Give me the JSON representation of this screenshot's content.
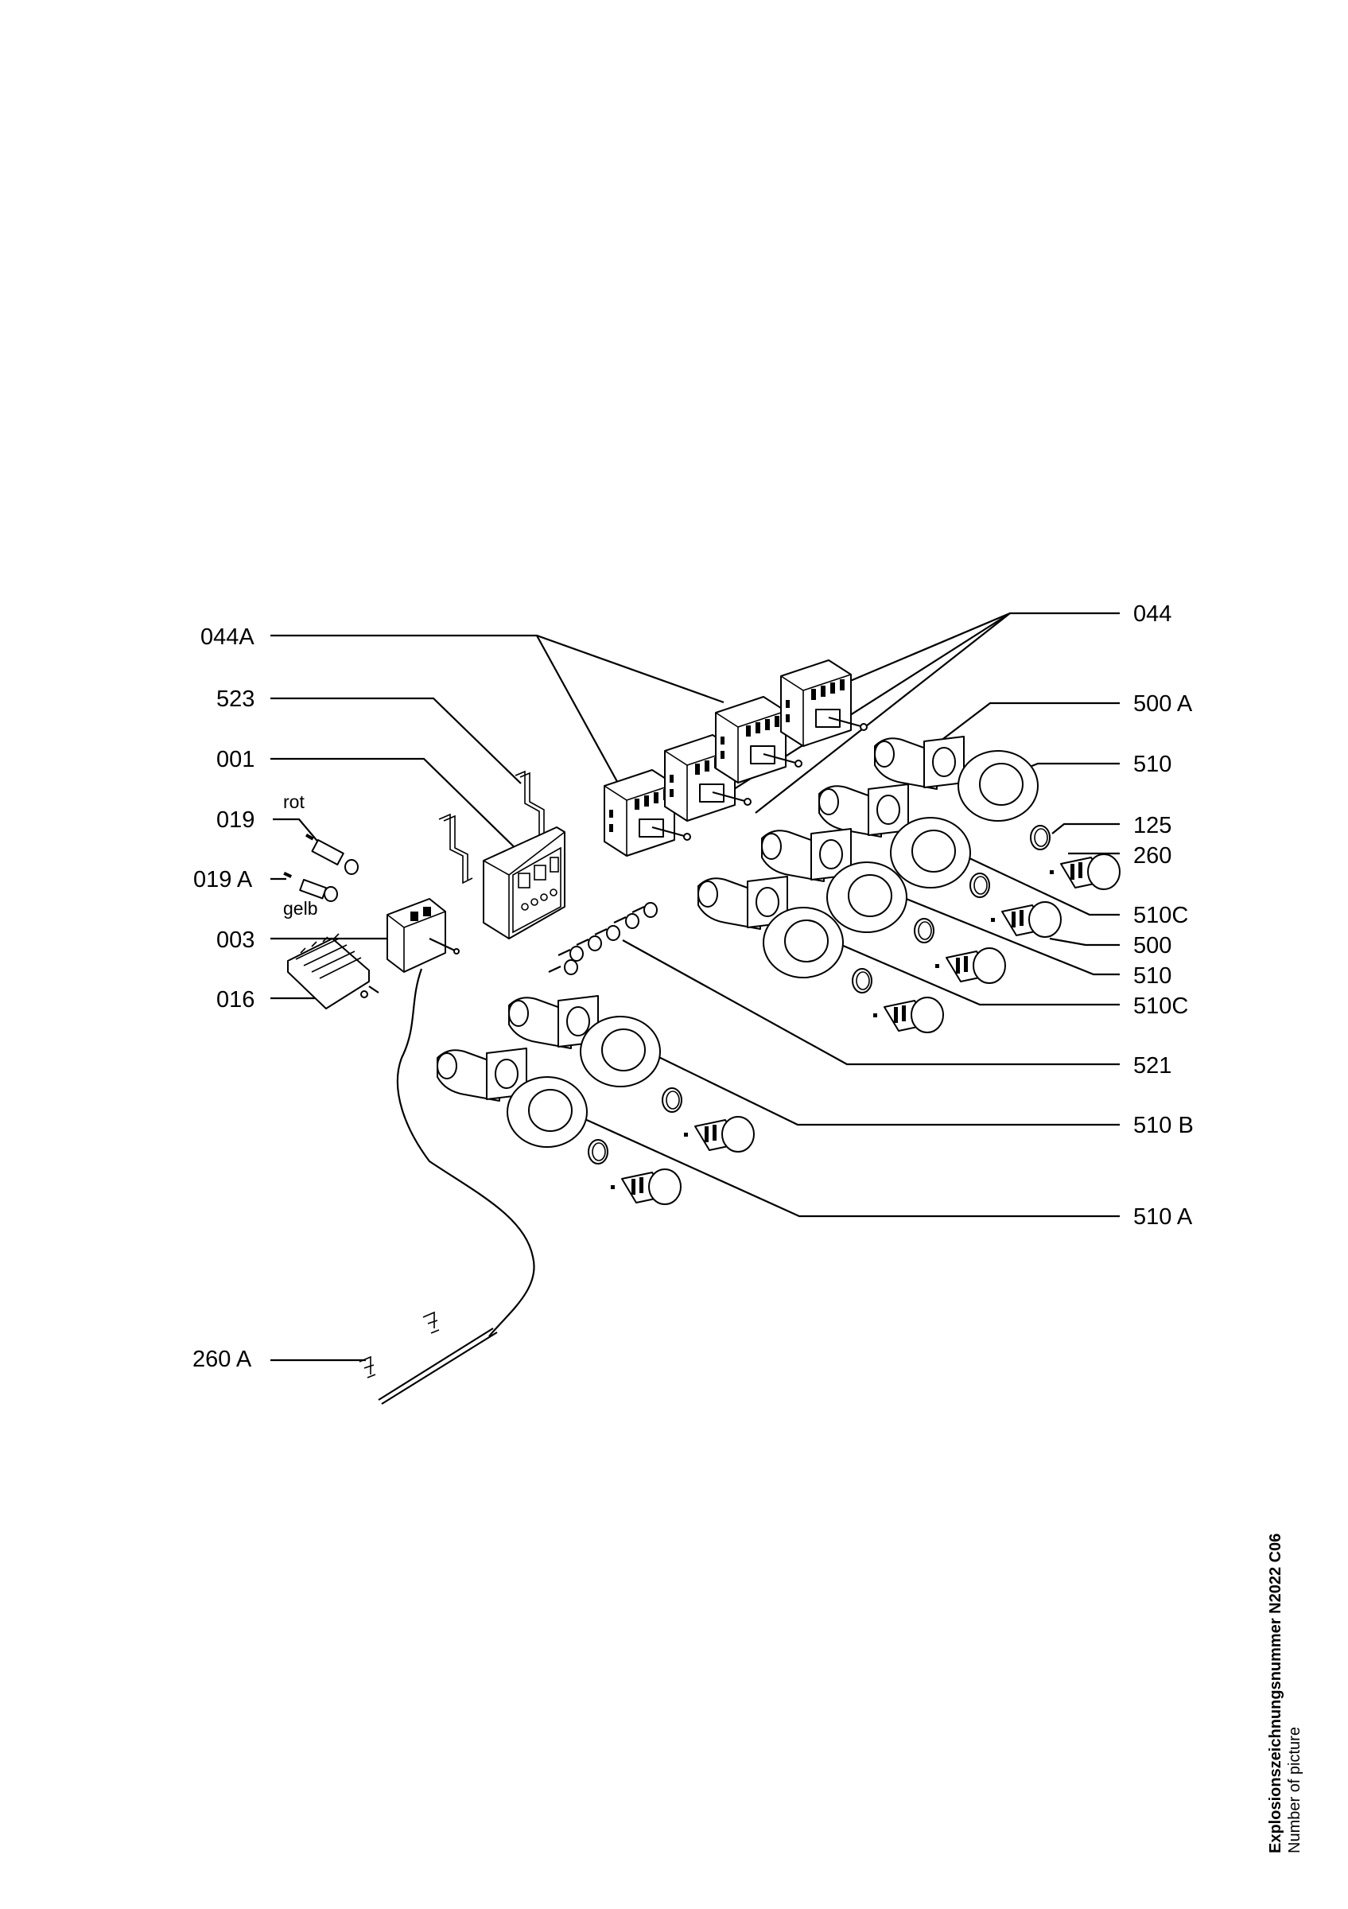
{
  "labels": {
    "l044A": "044A",
    "l523": "523",
    "l001": "001",
    "l019": "019",
    "l019A": "019 A",
    "l003": "003",
    "l016": "016",
    "l260A": "260 A",
    "l044": "044",
    "l500A": "500 A",
    "l510a": "510",
    "l125": "125",
    "l260": "260",
    "l510Ca": "510C",
    "l500": "500",
    "l510b": "510",
    "l510Cb": "510C",
    "l521": "521",
    "l510B": "510 B",
    "l510Aend": "510 A"
  },
  "notes": {
    "rot": "rot",
    "gelb": "gelb"
  },
  "footer": {
    "line1": "Explosionszeichnungsnummer  N2022 C06",
    "line2": "Number of picture"
  }
}
